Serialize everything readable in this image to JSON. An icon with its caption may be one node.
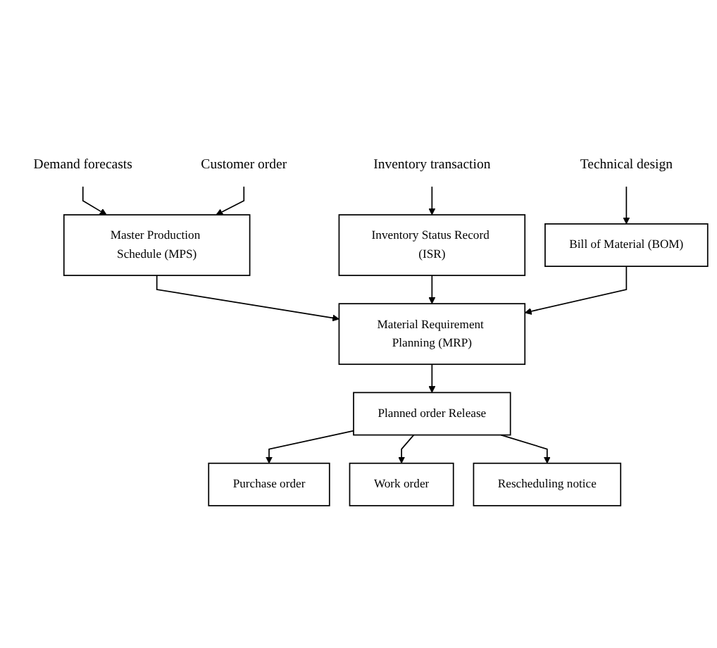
{
  "diagram": {
    "nodes": [
      {
        "text": [
          "Demand forecasts"
        ]
      },
      {
        "text": [
          "Customer order"
        ]
      },
      {
        "text": [
          "Inventory transaction"
        ]
      },
      {
        "text": [
          "Master Production Schedule (MPS)"
        ]
      },
      {
        "text": [
          "Technical design"
        ]
      },
      {
        "text": [
          "Inventory Status Record (ISR)"
        ]
      },
      {
        "text": [
          "Bill of Material (BOM)"
        ]
      },
      {
        "text": [
          "Material Requirement Planning (MRP)"
        ]
      },
      {
        "text": [
          "Planned order Release"
        ]
      },
      {
        "text": [
          "Purchase order"
        ]
      },
      {
        "text": [
          "Work order"
        ]
      },
      {
        "text": [
          "Rescheduling notice"
        ]
      }
    ],
    "edges": [
      {
        "from": 0,
        "to": 3,
        "arrow": "to"
      },
      {
        "from": 1,
        "to": 3,
        "arrow": "to"
      },
      {
        "from": 2,
        "to": 5,
        "arrow": "to"
      },
      {
        "from": 4,
        "to": 6,
        "arrow": "to"
      },
      {
        "from": 3,
        "to": 7,
        "arrow": "to"
      },
      {
        "from": 5,
        "to": 7,
        "arrow": "to"
      },
      {
        "from": 6,
        "to": 7,
        "arrow": "to"
      },
      {
        "from": 7,
        "to": 8,
        "arrow": "to"
      },
      {
        "from": 8,
        "to": 9,
        "arrow": "to"
      },
      {
        "from": 8,
        "to": 10,
        "arrow": "to"
      },
      {
        "from": 8,
        "to": 11,
        "arrow": "to"
      }
    ]
  }
}
